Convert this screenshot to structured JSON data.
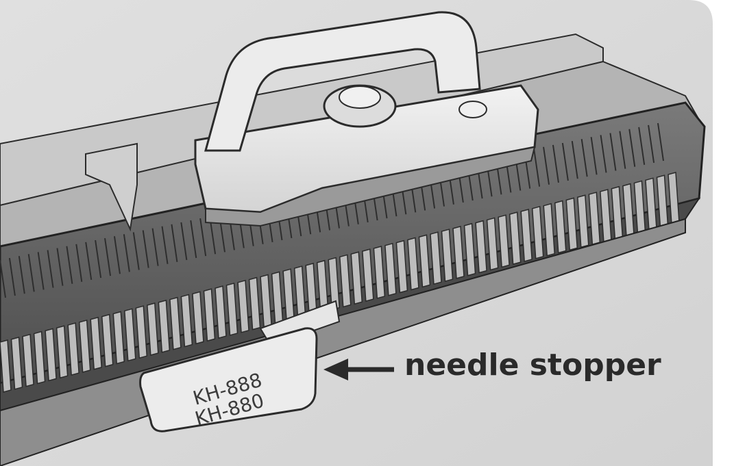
{
  "illustration": {
    "subject": "knitting-machine-needle-bed-with-carriage",
    "colors": {
      "background": "#d7d7d7",
      "bed_dark": "#5e5e5e",
      "bed_mid": "#8a8a8a",
      "needle": "#bdbdbd",
      "carriage": "#e9e9e9",
      "outline": "#2b2b2b",
      "text": "#2a2a2a"
    }
  },
  "callout": {
    "label": "needle stopper",
    "arrow_icon": "left-arrow-icon"
  },
  "stopper": {
    "line1": "KH-888",
    "line2": "KH-880"
  }
}
